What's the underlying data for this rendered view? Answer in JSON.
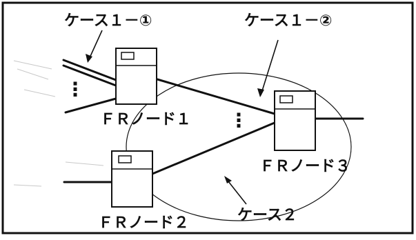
{
  "labels": {
    "case_1_1": "ケース１－①",
    "case_1_2": "ケース１－②",
    "case_2": "ケース２",
    "node_1": "ＦＲノード１",
    "node_2": "ＦＲノード２",
    "node_3": "ＦＲノード３"
  },
  "ellipsis": "⋮",
  "colors": {
    "ink": "#111111",
    "background": "#ffffff",
    "scan_noise": "#c8c8c8"
  }
}
